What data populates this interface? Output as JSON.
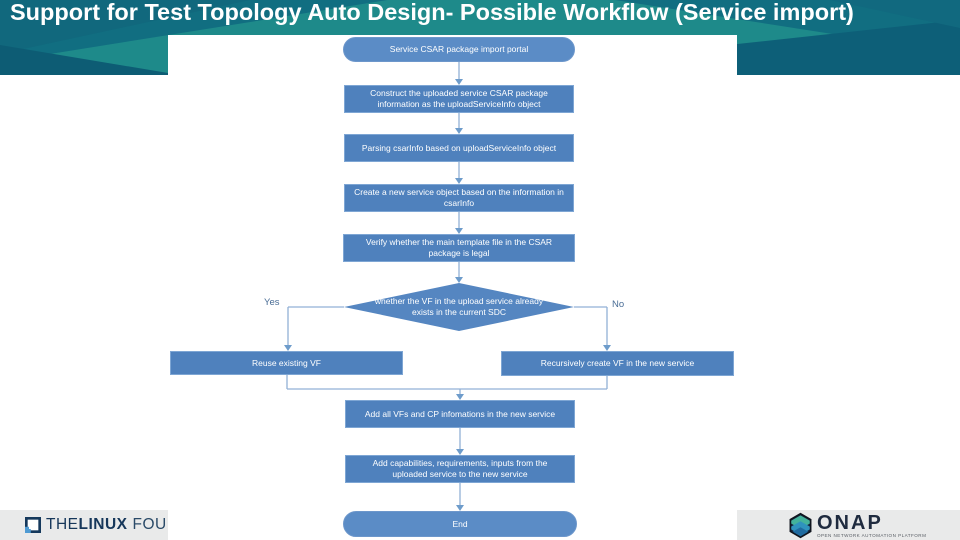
{
  "slide": {
    "title": "Support for Test Topology Auto Design- Possible Workflow (Service import)"
  },
  "flowchart": {
    "nodes": [
      {
        "type": "terminator",
        "label": "Service CSAR package import portal"
      },
      {
        "type": "process",
        "label": "Construct the uploaded service CSAR package information as the uploadServiceInfo object"
      },
      {
        "type": "process",
        "label": "Parsing csarInfo based on uploadServiceInfo object"
      },
      {
        "type": "process",
        "label": "Create a new service object based on the information in csarInfo"
      },
      {
        "type": "process",
        "label": "Verify whether the main template file in the CSAR package is legal"
      },
      {
        "type": "decision",
        "label": "whether the VF in the upload service already exists in the current SDC"
      },
      {
        "type": "process",
        "label": "Reuse existing VF"
      },
      {
        "type": "process",
        "label": "Recursively create VF in the new service"
      },
      {
        "type": "process",
        "label": "Add all VFs and CP infomations in the new service"
      },
      {
        "type": "process",
        "label": "Add capabilities, requirements, inputs from the uploaded service to the new service"
      },
      {
        "type": "terminator",
        "label": "End"
      }
    ],
    "branch_labels": {
      "yes": "Yes",
      "no": "No"
    }
  },
  "footer": {
    "linux_foundation": {
      "part1": "THE",
      "part2": "LINUX",
      "part3": "FOUN"
    },
    "onap": {
      "wordmark": "ONAP",
      "tagline": "OPEN NETWORK AUTOMATION PLATFORM"
    }
  },
  "colors": {
    "header_teal": "#116e81",
    "header_green": "#1e8a8a",
    "header_dark_blue": "#0d5f78",
    "node_blue": "#4f81bd",
    "terminator_blue": "#5b8cc6",
    "connector_blue": "#92b1d6",
    "footer_gray": "#e9eaea",
    "title_text": "#ffffff",
    "node_text": "#ffffff",
    "branch_text": "#4a6d96"
  }
}
